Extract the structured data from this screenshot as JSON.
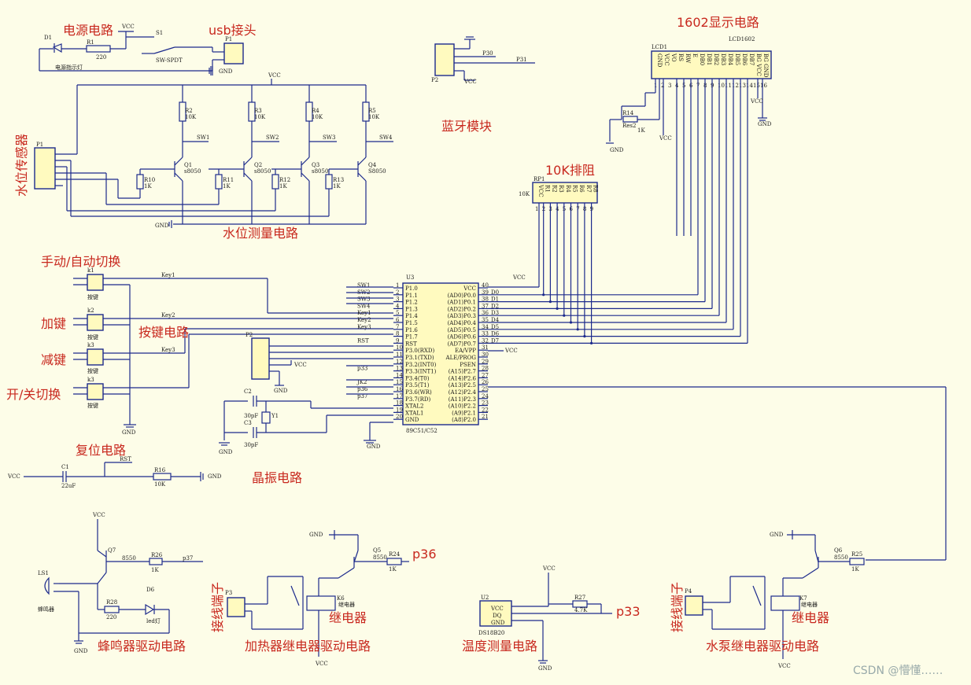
{
  "sections": {
    "power": "电源电路",
    "usb": "usb接头",
    "bluetooth": "蓝牙模块",
    "lcd": "1602显示电路",
    "rpack": "10K排阻",
    "water_sensor": "水位传感器",
    "water_measure": "水位测量电路",
    "manual_auto": "手动/自动切换",
    "plus": "加键",
    "minus": "减键",
    "keys": "按键电路",
    "onoff": "开/关切换",
    "reset": "复位电路",
    "crystal": "晶振电路",
    "buzzer": "蜂鸣器驱动电路",
    "heater": "加热器继电器驱动电路",
    "temp": "温度测量电路",
    "pump": "水泵继电器驱动电路",
    "relay1": "继电器",
    "relay2": "继电器",
    "term1": "接线端子",
    "term2": "接线端子",
    "p36": "p36",
    "p33": "p33"
  },
  "labels": {
    "vcc": "VCC",
    "gnd": "GND",
    "d1": "D1",
    "d1_desc": "电源指示灯",
    "r1": "R1",
    "r1v": "220",
    "s1": "S1",
    "s1t": "SW-SPDT",
    "p1": "P1",
    "p2": "P2",
    "p30": "P30",
    "p31": "P31",
    "lcd1": "LCD1",
    "lcd1602": "LCD1602",
    "r14": "R14",
    "res2": "Res2",
    "r14v": "1K",
    "rp1": "RP1",
    "rp1v": "10K",
    "r2": "R2",
    "r3": "R3",
    "r4": "R4",
    "r5": "R5",
    "r10k": "10K",
    "q1": "Q1",
    "q2": "Q2",
    "q3": "Q3",
    "q4": "Q4",
    "s8050a": "s8050",
    "s8050b": "s8050",
    "s8050c": "s8050",
    "s8050d": "S8050",
    "sw1": "SW1",
    "sw2": "SW2",
    "sw3": "SW3",
    "sw4": "SW4",
    "r10": "R10",
    "r11": "R11",
    "r12": "R12",
    "r13": "R13",
    "r1k": "1K",
    "k1": "k1",
    "k2": "k2",
    "k3a": "k3",
    "k3b": "k3",
    "anjian": "按键",
    "key1": "Key1",
    "key2": "Key2",
    "key3": "Key3",
    "rst": "RST",
    "u3": "U3",
    "mcu": "89C51/C52",
    "c1": "C1",
    "c1v": "22uF",
    "r16": "R16",
    "r16v": "10K",
    "c2": "C2",
    "c3": "C3",
    "c30p": "30pF",
    "y1": "Y1",
    "q7": "Q7",
    "s8550a": "8550",
    "s8550b": "8550",
    "s8550c": "8550",
    "r26": "R26",
    "r27": "R27",
    "r27v": "4.7K",
    "r28": "R28",
    "r28v": "220",
    "p37": "p37",
    "ls1": "LS1",
    "buzz": "蜂鸣器",
    "d6": "D6",
    "led": "led灯",
    "q5": "Q5",
    "q6": "Q6",
    "r24": "R24",
    "r25": "R25",
    "p3": "P3",
    "p4": "P4",
    "k6": "K6",
    "k7": "K7",
    "jdq": "继电器",
    "u2": "U2",
    "ds": "DS18B20",
    "dq": "DQ"
  },
  "mcu_left_pins": [
    {
      "name": "P1.0",
      "num": "1",
      "net": "SW1"
    },
    {
      "name": "P1.1",
      "num": "2",
      "net": "SW2"
    },
    {
      "name": "P1.2",
      "num": "3",
      "net": "SW3"
    },
    {
      "name": "P1.3",
      "num": "4",
      "net": "SW4"
    },
    {
      "name": "P1.4",
      "num": "5",
      "net": "Key1"
    },
    {
      "name": "P1.5",
      "num": "6",
      "net": "Key2"
    },
    {
      "name": "P1.6",
      "num": "7",
      "net": "Key3"
    },
    {
      "name": "P1.7",
      "num": "8",
      "net": ""
    },
    {
      "name": "RST",
      "num": "9",
      "net": "RST"
    },
    {
      "name": "P3.0(RXD)",
      "num": "10",
      "net": ""
    },
    {
      "name": "P3.1(TXD)",
      "num": "11",
      "net": ""
    },
    {
      "name": "P3.2(INT0)",
      "num": "12",
      "net": ""
    },
    {
      "name": "P3.3(INT1)",
      "num": "13",
      "net": "p33"
    },
    {
      "name": "P3.4(T0)",
      "num": "14",
      "net": ""
    },
    {
      "name": "P3.5(T1)",
      "num": "15",
      "net": "JK2"
    },
    {
      "name": "P3.6(WR)",
      "num": "16",
      "net": "p36"
    },
    {
      "name": "P3.7(RD)",
      "num": "17",
      "net": "p37"
    },
    {
      "name": "XTAL2",
      "num": "18",
      "net": ""
    },
    {
      "name": "XTAL1",
      "num": "19",
      "net": ""
    },
    {
      "name": "GND",
      "num": "20",
      "net": ""
    }
  ],
  "mcu_right_pins": [
    {
      "name": "VCC",
      "num": "40",
      "net": "VCC"
    },
    {
      "name": "(AD0)P0.0",
      "num": "39",
      "net": "D0"
    },
    {
      "name": "(AD1)P0.1",
      "num": "38",
      "net": "D1"
    },
    {
      "name": "(AD2)P0.2",
      "num": "37",
      "net": "D2"
    },
    {
      "name": "(AD3)P0.3",
      "num": "36",
      "net": "D3"
    },
    {
      "name": "(AD4)P0.4",
      "num": "35",
      "net": "D4"
    },
    {
      "name": "(AD5)P0.5",
      "num": "34",
      "net": "D5"
    },
    {
      "name": "(AD6)P0.6",
      "num": "33",
      "net": "D6"
    },
    {
      "name": "(AD7)P0.7",
      "num": "32",
      "net": "D7"
    },
    {
      "name": "EA/VPP",
      "num": "31",
      "net": "VCC"
    },
    {
      "name": "ALE/PROG",
      "num": "30",
      "net": ""
    },
    {
      "name": "PSEN",
      "num": "29",
      "net": ""
    },
    {
      "name": "(A15)P2.7",
      "num": "28",
      "net": ""
    },
    {
      "name": "(A14)P2.6",
      "num": "27",
      "net": ""
    },
    {
      "name": "(A13)P2.5",
      "num": "26",
      "net": ""
    },
    {
      "name": "(A12)P2.4",
      "num": "25",
      "net": ""
    },
    {
      "name": "(A11)P2.3",
      "num": "24",
      "net": ""
    },
    {
      "name": "(A10)P2.2",
      "num": "23",
      "net": ""
    },
    {
      "name": "(A9)P2.1",
      "num": "22",
      "net": ""
    },
    {
      "name": "(A8)P2.0",
      "num": "21",
      "net": ""
    }
  ],
  "lcd_pins": [
    "GND",
    "VCC",
    "VO",
    "RS",
    "RW",
    "E",
    "DB0",
    "DB1",
    "DB2",
    "DB3",
    "DB4",
    "DB5",
    "DB6",
    "DB7",
    "BG VCC",
    "BG GND"
  ],
  "rpack_pins": [
    "VCC",
    "R1",
    "R2",
    "R3",
    "R4",
    "R5",
    "R6",
    "R7",
    "R8"
  ],
  "watermark": "CSDN @懵懂……"
}
